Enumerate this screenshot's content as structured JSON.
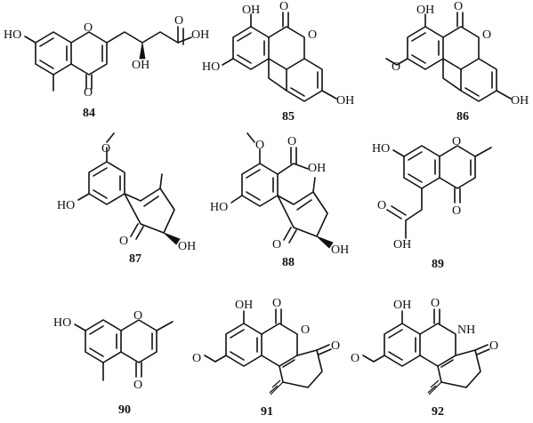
{
  "labels": {
    "c84": "84",
    "c85": "85",
    "c86": "86",
    "c87": "87",
    "c88": "88",
    "c89": "89",
    "c90": "90",
    "c91": "91",
    "c92": "92"
  },
  "atoms": {
    "oh": "OH",
    "ho": "HO",
    "o": "O",
    "nh": "NH",
    "oh_acid": "OH"
  }
}
